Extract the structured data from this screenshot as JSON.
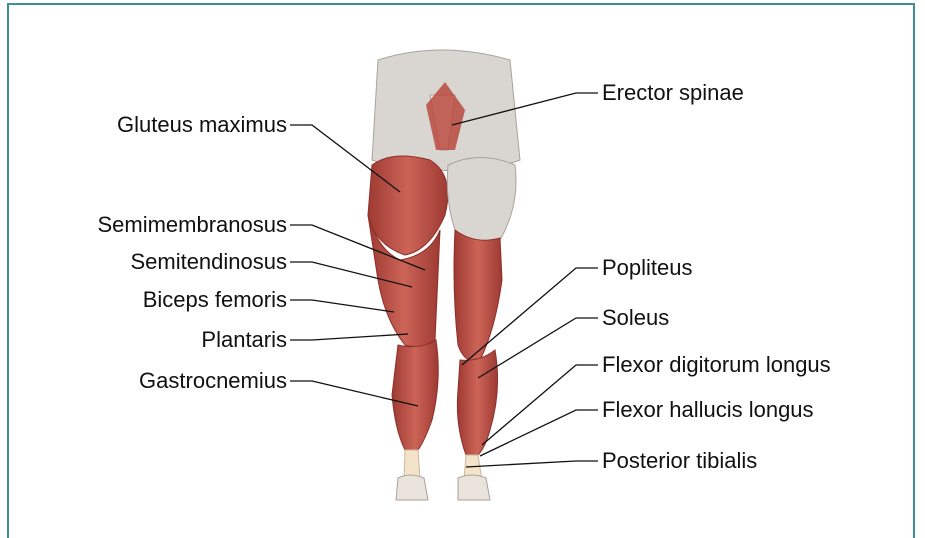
{
  "labels": {
    "gluteus_maximus": "Gluteus maximus",
    "semimembranosus": "Semimembranosus",
    "semitendinosus": "Semitendinosus",
    "biceps_femoris": "Biceps femoris",
    "plantaris": "Plantaris",
    "gastrocnemius": "Gastrocnemius",
    "erector_spinae": "Erector spinae",
    "popliteus": "Popliteus",
    "soleus": "Soleus",
    "flexor_digitorum_longus": "Flexor digitorum longus",
    "flexor_hallucis_longus": "Flexor hallucis longus",
    "posterior_tibialis": "Posterior tibialis"
  },
  "colors": {
    "frame": "#3f8f97",
    "muscle": "#b94a41",
    "muscle_dark": "#8e2f2a",
    "tendon": "#f2e3c9",
    "skin": "#e9e3dc"
  }
}
